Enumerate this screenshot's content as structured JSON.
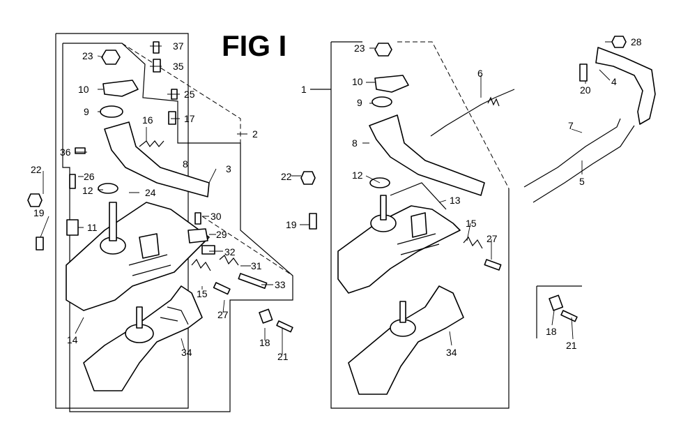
{
  "figure": {
    "title": "FIG I"
  },
  "left_assembly": {
    "callouts": [
      "23",
      "37",
      "35",
      "10",
      "25",
      "9",
      "17",
      "16",
      "2",
      "36",
      "3",
      "8",
      "22",
      "26",
      "12",
      "24",
      "19",
      "11",
      "30",
      "29",
      "32",
      "31",
      "33",
      "15",
      "27",
      "14",
      "34",
      "18",
      "21"
    ]
  },
  "right_assembly": {
    "callouts": [
      "23",
      "10",
      "1",
      "9",
      "6",
      "8",
      "22",
      "12",
      "13",
      "19",
      "15",
      "27",
      "34",
      "28",
      "20",
      "4",
      "7",
      "5",
      "18",
      "21"
    ]
  }
}
